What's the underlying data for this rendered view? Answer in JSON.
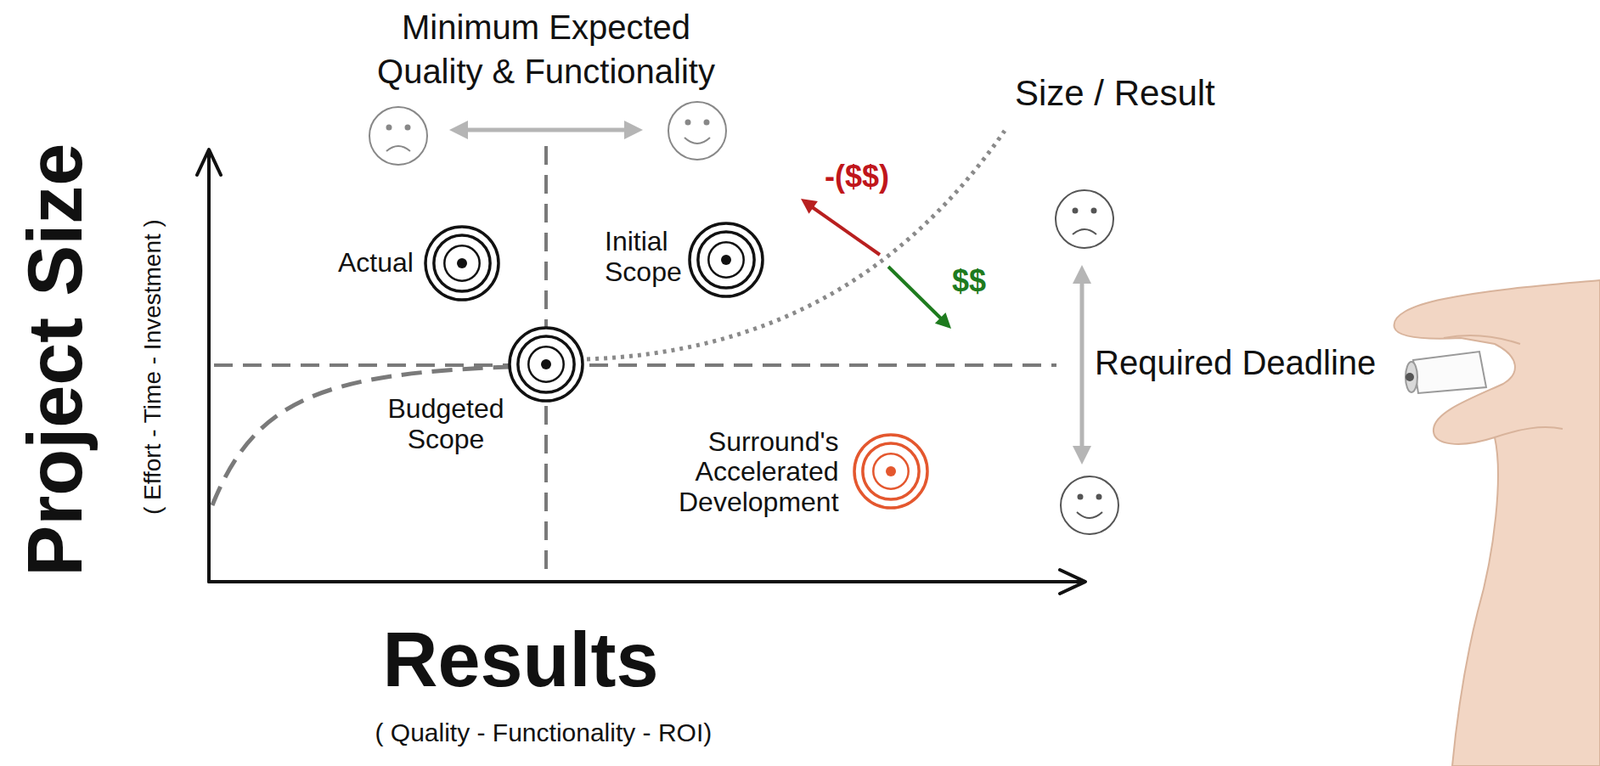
{
  "diagram": {
    "nodes": [
      {
        "text": [
          "Actual"
        ]
      },
      {
        "text": [
          "Initial Scope"
        ]
      },
      {
        "text": [
          "Budgeted Scope"
        ]
      },
      {
        "text": [
          "Surround's Accelerated Development"
        ]
      }
    ],
    "labels": [
      "Minimum Expected Quality & Functionality",
      "Size / Result",
      "-($$)",
      "$$",
      "Project Size",
      "( Effort - Time - Investment )",
      "Required Deadline",
      "Results",
      "( Quality - Functionality - ROI)"
    ]
  }
}
